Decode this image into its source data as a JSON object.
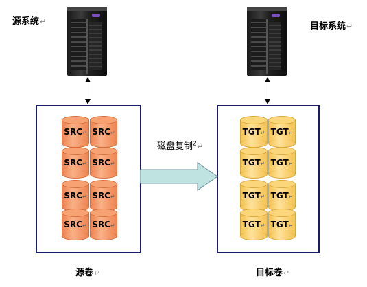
{
  "source": {
    "system_label": "源系统",
    "volume_label": "源卷",
    "disks": [
      "SRC",
      "SRC",
      "SRC",
      "SRC",
      "SRC",
      "SRC",
      "SRC",
      "SRC"
    ]
  },
  "target": {
    "system_label": "目标系统",
    "volume_label": "目标卷",
    "disks": [
      "TGT",
      "TGT",
      "TGT",
      "TGT",
      "TGT",
      "TGT",
      "TGT",
      "TGT"
    ]
  },
  "replication": {
    "label": "磁盘复制",
    "superscript": "2"
  },
  "paragraph_mark": "↵",
  "colors": {
    "src_disk": "#ee8453",
    "tgt_disk": "#f4c352",
    "box_border": "#1b1b6b",
    "arrow_fill": "#bfe3e0"
  }
}
